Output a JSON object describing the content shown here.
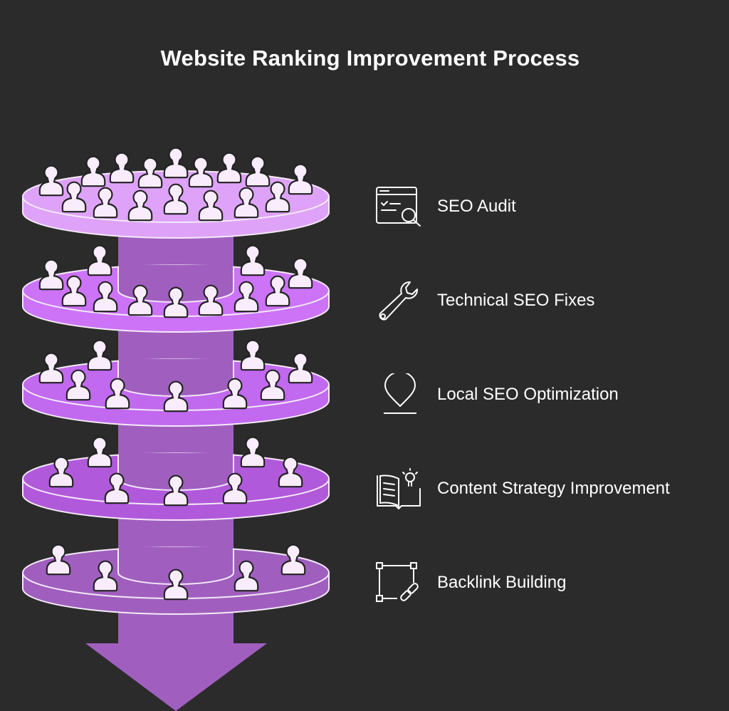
{
  "title": "Website Ranking Improvement Process",
  "colors": {
    "background": "#2b2b2b",
    "shaft": "#a05fbf",
    "discs": [
      "#dea3f8",
      "#cc73f8",
      "#c169ef",
      "#b159db",
      "#a05fbf"
    ],
    "person_fill": "#f9ecfc"
  },
  "steps": [
    {
      "label": "SEO Audit",
      "icon": "browser-search-icon"
    },
    {
      "label": "Technical SEO Fixes",
      "icon": "wrench-icon"
    },
    {
      "label": "Local SEO Optimization",
      "icon": "map-pin-icon"
    },
    {
      "label": "Content Strategy Improvement",
      "icon": "book-lightbulb-icon"
    },
    {
      "label": "Backlink Building",
      "icon": "link-nodes-icon"
    }
  ]
}
